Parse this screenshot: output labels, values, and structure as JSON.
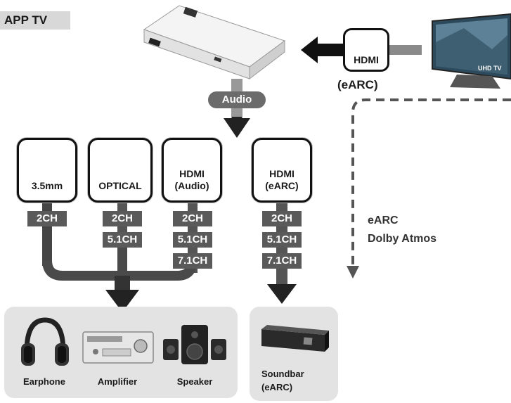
{
  "title": "APP TV",
  "audio_label": "Audio",
  "source": {
    "hdmi_label": "HDMI",
    "earc_label": "(eARC)"
  },
  "ports": [
    {
      "id": "35mm",
      "label": "3.5mm",
      "channels": [
        "2CH"
      ]
    },
    {
      "id": "optical",
      "label": "OPTICAL",
      "channels": [
        "2CH",
        "5.1CH"
      ]
    },
    {
      "id": "hdmi-audio",
      "label": "HDMI\n(Audio)",
      "channels": [
        "2CH",
        "5.1CH",
        "7.1CH"
      ]
    },
    {
      "id": "hdmi-earc",
      "label": "HDMI\n(eARC)",
      "channels": [
        "2CH",
        "5.1CH",
        "7.1CH"
      ]
    }
  ],
  "earc_note": [
    "eARC",
    "Dolby Atmos"
  ],
  "devices": [
    {
      "name": "Earphone"
    },
    {
      "name": "Amplifier"
    },
    {
      "name": "Speaker"
    }
  ],
  "soundbar": [
    "Soundbar",
    "(eARC)"
  ]
}
